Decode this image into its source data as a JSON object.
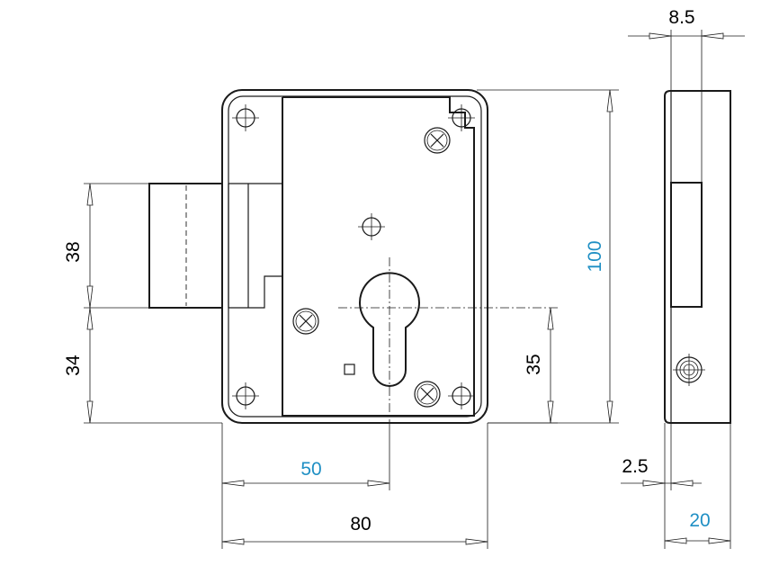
{
  "colors": {
    "line": "#1a1a1a",
    "dim_black": "#1a1a1a",
    "dim_blue": "#1f8fc4"
  },
  "dimensions": {
    "top_thickness": "8.5",
    "overall_height": "100",
    "bolt_height": "38",
    "bolt_to_bottom": "34",
    "key_to_bottom": "35",
    "key_from_left": "50",
    "overall_width": "80",
    "offset": "2.5",
    "depth": "20"
  }
}
